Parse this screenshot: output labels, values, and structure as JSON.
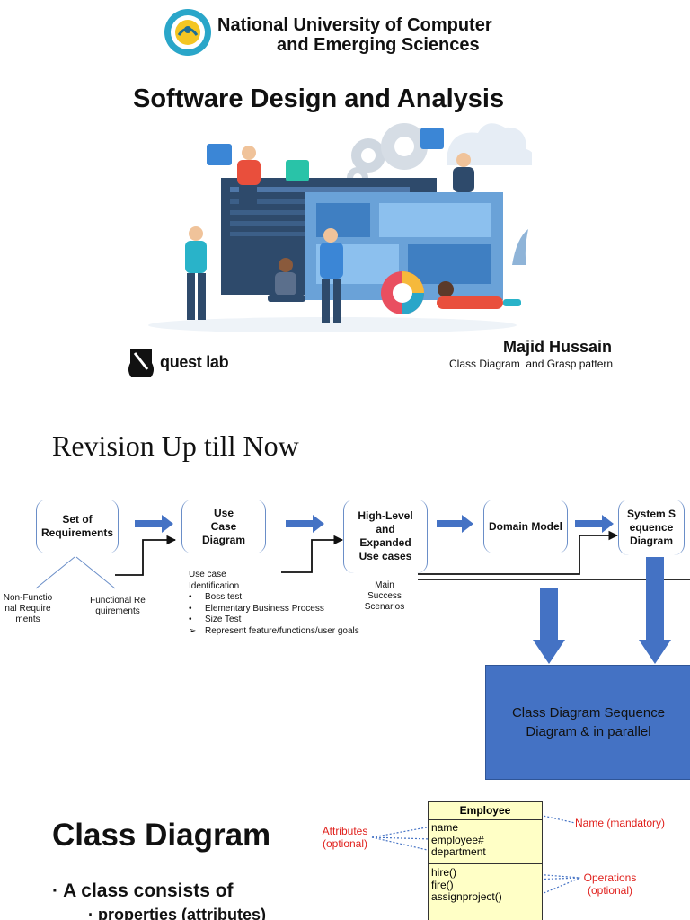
{
  "slide1": {
    "university_line1": "National University of Computer",
    "university_line2": "and Emerging Sciences",
    "course_title": "Software Design and Analysis",
    "lab_name": "quest lab",
    "author": "Majid Hussain",
    "subtopic": "Class Diagram  and Grasp pattern"
  },
  "slide2": {
    "title": "Revision Up till Now",
    "boxes": [
      {
        "label": "Set of Requirements"
      },
      {
        "label": "Use Case Diagram"
      },
      {
        "label": "High-Level and Expanded Use cases"
      },
      {
        "label": "Domain Model"
      },
      {
        "label": "System Sequence Diagram"
      }
    ],
    "non_functional": "Non-Functional Requirements",
    "functional": "Functional Requirements",
    "use_case_identification": "Use case Identification",
    "use_case_items": [
      {
        "marker": "•",
        "text": "Boss test"
      },
      {
        "marker": "•",
        "text": "Elementary Business Process"
      },
      {
        "marker": "•",
        "text": "Size Test"
      },
      {
        "marker": "➢",
        "text": "Represent feature/functions/user goals"
      }
    ],
    "main_success": "Main Success Scenarios",
    "result": "Class Diagram Sequence Diagram & in parallel",
    "colors": {
      "arrow": "#4472c4",
      "box_border": "#6a8ec8",
      "result_fill": "#4472c4"
    }
  },
  "slide3": {
    "title": "Class Diagram",
    "bullet1": "A class consists of",
    "bullet2": "properties (attributes)",
    "uml": {
      "class_name": "Employee",
      "attributes": [
        "name",
        "employee#",
        "department"
      ],
      "operations": [
        "hire()",
        "fire()",
        "assignproject()"
      ]
    },
    "annotations": {
      "attributes": "Attributes (optional)",
      "name": "Name (mandatory)",
      "operations": "Operations (optional)"
    },
    "colors": {
      "uml_fill": "#ffffc6",
      "annotation": "#e0201c",
      "leader": "#4472c4"
    }
  }
}
